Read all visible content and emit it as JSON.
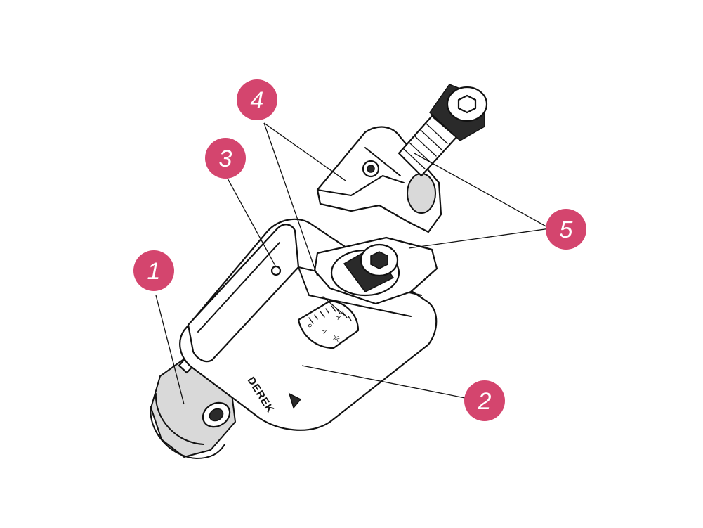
{
  "callouts": [
    {
      "id": "1",
      "label": "1"
    },
    {
      "id": "2",
      "label": "2"
    },
    {
      "id": "3",
      "label": "3"
    },
    {
      "id": "4",
      "label": "4"
    },
    {
      "id": "5",
      "label": "5"
    }
  ],
  "product": {
    "brand": "DEREK",
    "scale_marks": [
      "A",
      "-|/-",
      "A",
      "o"
    ]
  },
  "colors": {
    "callout_fill": "#d4456e",
    "line": "#111111",
    "background": "#ffffff"
  }
}
